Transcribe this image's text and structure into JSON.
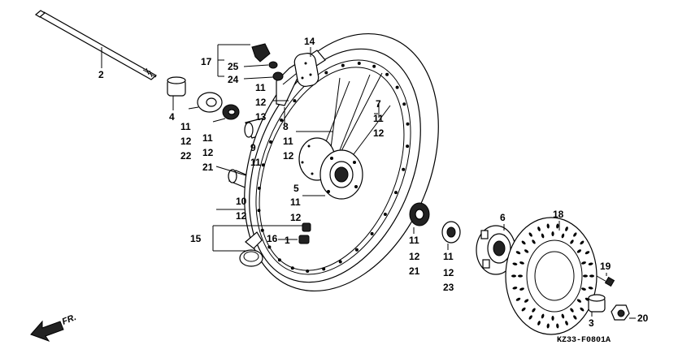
{
  "diagram_code": "KZ33-F0801A",
  "direction_arrow": {
    "icon": "front-direction-arrow-icon",
    "label": "FR."
  },
  "callouts": {
    "c1": "1",
    "c2": "2",
    "c3": "3",
    "c4": "4",
    "c5": "5",
    "c6": "6",
    "c7": "7",
    "c8": "8",
    "c9": "9",
    "c10": "10",
    "c11": "11",
    "c12": "12",
    "c13": "13",
    "c14": "14",
    "c15": "15",
    "c16": "16",
    "c17": "17",
    "c18": "18",
    "c19": "19",
    "c20": "20",
    "c21": "21",
    "c22": "22",
    "c23": "23",
    "c24": "24",
    "c25": "25"
  }
}
